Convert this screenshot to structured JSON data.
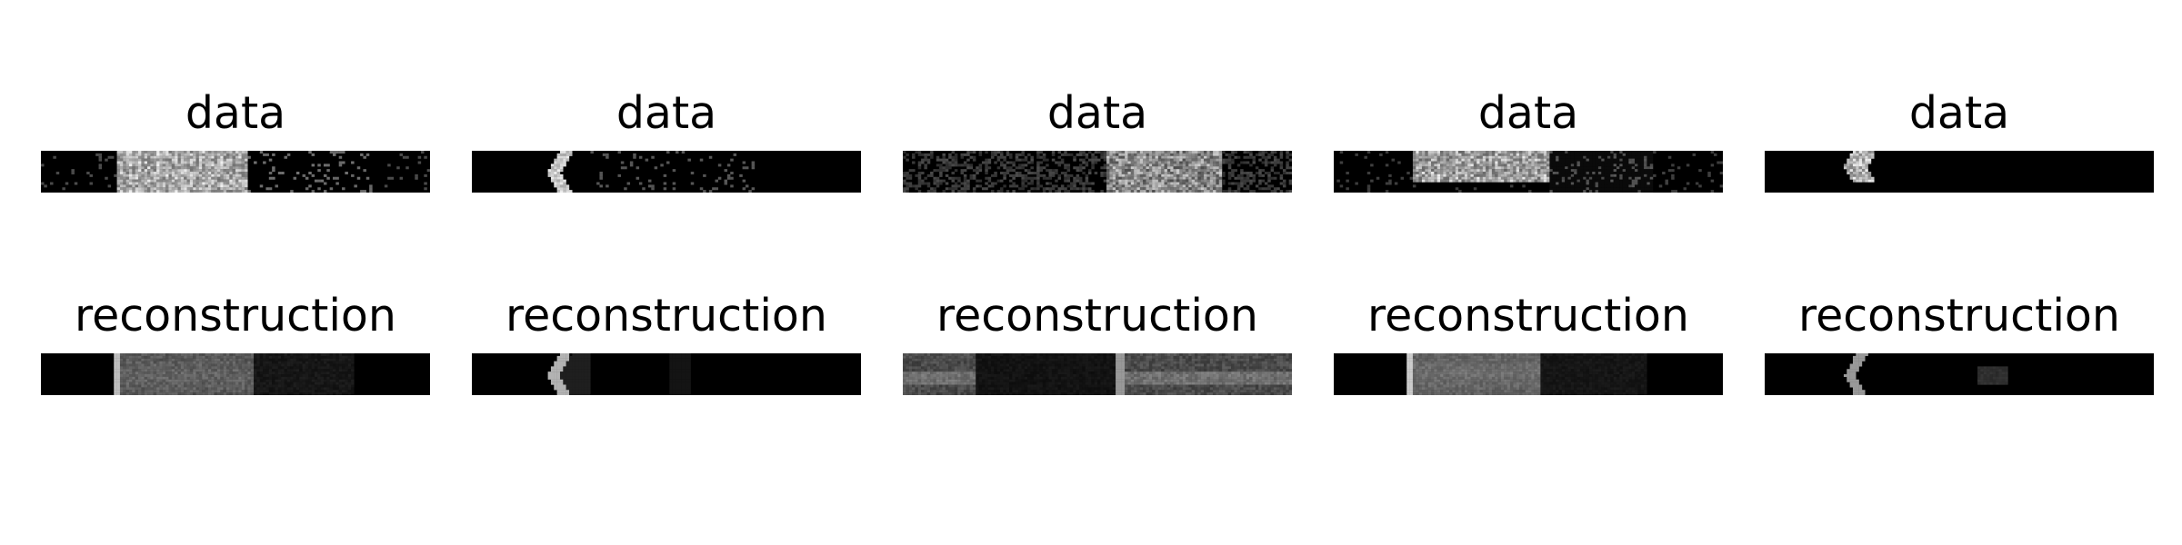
{
  "figure": {
    "rows": [
      {
        "title": "data",
        "panels": [
          {
            "title": "data",
            "image": "spectrogram-sample-1-data"
          },
          {
            "title": "data",
            "image": "spectrogram-sample-2-data"
          },
          {
            "title": "data",
            "image": "spectrogram-sample-3-data"
          },
          {
            "title": "data",
            "image": "spectrogram-sample-4-data"
          },
          {
            "title": "data",
            "image": "spectrogram-sample-5-data"
          }
        ]
      },
      {
        "title": "reconstruction",
        "panels": [
          {
            "title": "reconstruction",
            "image": "spectrogram-sample-1-reconstruction"
          },
          {
            "title": "reconstruction",
            "image": "spectrogram-sample-2-reconstruction"
          },
          {
            "title": "reconstruction",
            "image": "spectrogram-sample-3-reconstruction"
          },
          {
            "title": "reconstruction",
            "image": "spectrogram-sample-4-reconstruction"
          },
          {
            "title": "reconstruction",
            "image": "spectrogram-sample-5-reconstruction"
          }
        ]
      }
    ],
    "colors": {
      "background": "#ffffff",
      "image_background": "#000000",
      "text": "#000000"
    }
  }
}
